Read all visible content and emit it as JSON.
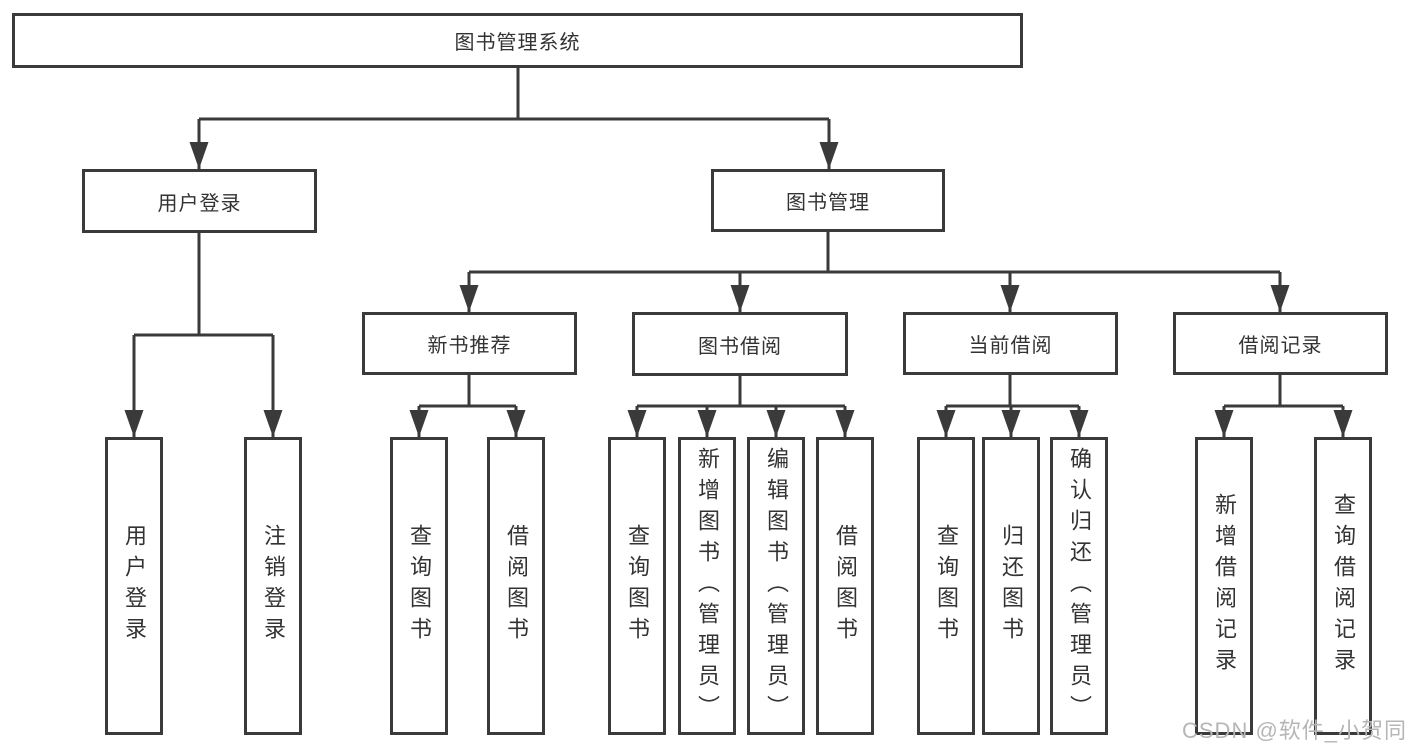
{
  "colors": {
    "line": "#3a3a3a",
    "text": "#333333",
    "background": "#ffffff",
    "watermark": "#b6b6b6"
  },
  "watermark": {
    "text": "CSDN @软件_小贺同学"
  },
  "tree": {
    "label": "图书管理系统",
    "children": [
      {
        "label": "用户登录",
        "children": [
          {
            "label": "用户登录"
          },
          {
            "label": "注销登录"
          }
        ]
      },
      {
        "label": "图书管理",
        "children": [
          {
            "label": "新书推荐",
            "children": [
              {
                "label": "查询图书"
              },
              {
                "label": "借阅图书"
              }
            ]
          },
          {
            "label": "图书借阅",
            "children": [
              {
                "label": "查询图书"
              },
              {
                "label": "新增图书（管理员）"
              },
              {
                "label": "编辑图书（管理员）"
              },
              {
                "label": "借阅图书"
              }
            ]
          },
          {
            "label": "当前借阅",
            "children": [
              {
                "label": "查询图书"
              },
              {
                "label": "归还图书"
              },
              {
                "label": "确认归还（管理员）"
              }
            ]
          },
          {
            "label": "借阅记录",
            "children": [
              {
                "label": "新增借阅记录"
              },
              {
                "label": "查询借阅记录"
              }
            ]
          }
        ]
      }
    ]
  }
}
